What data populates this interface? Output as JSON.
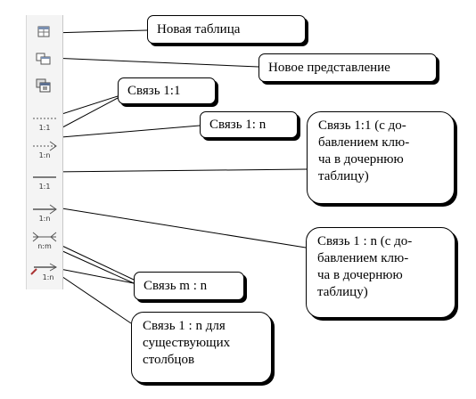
{
  "toolbar": {
    "buttons": [
      {
        "icon": "new-table-icon"
      },
      {
        "icon": "new-view-icon"
      },
      {
        "icon": "new-view-alt-icon"
      },
      {
        "icon": "relation-one-to-one-icon",
        "label": "1:1"
      },
      {
        "icon": "relation-one-to-many-icon",
        "label": "1:n"
      },
      {
        "icon": "relation-identifying-one-to-one-icon",
        "label": "1:1"
      },
      {
        "icon": "relation-identifying-one-to-many-icon",
        "label": "1:n"
      },
      {
        "icon": "relation-many-to-many-icon",
        "label": "n:m"
      },
      {
        "icon": "relation-existing-columns-icon",
        "label": "1:n"
      }
    ]
  },
  "callouts": {
    "new_table": "Новая таблица",
    "new_view": "Новое представление",
    "rel_1_1": "Связь 1:1",
    "rel_1_n": "Связь 1: n",
    "rel_1_1_key": [
      "Связь 1:1 (с до-",
      "бавлением клю-",
      "ча в дочернюю",
      "таблицу)"
    ],
    "rel_1_n_key": [
      "Связь 1 : n (с до-",
      "бавлением клю-",
      "ча в дочернюю",
      "таблицу)"
    ],
    "rel_m_n": "Связь m : n",
    "rel_1_n_existing": [
      "Связь 1 : n для",
      "существующих",
      "столбцов"
    ]
  }
}
